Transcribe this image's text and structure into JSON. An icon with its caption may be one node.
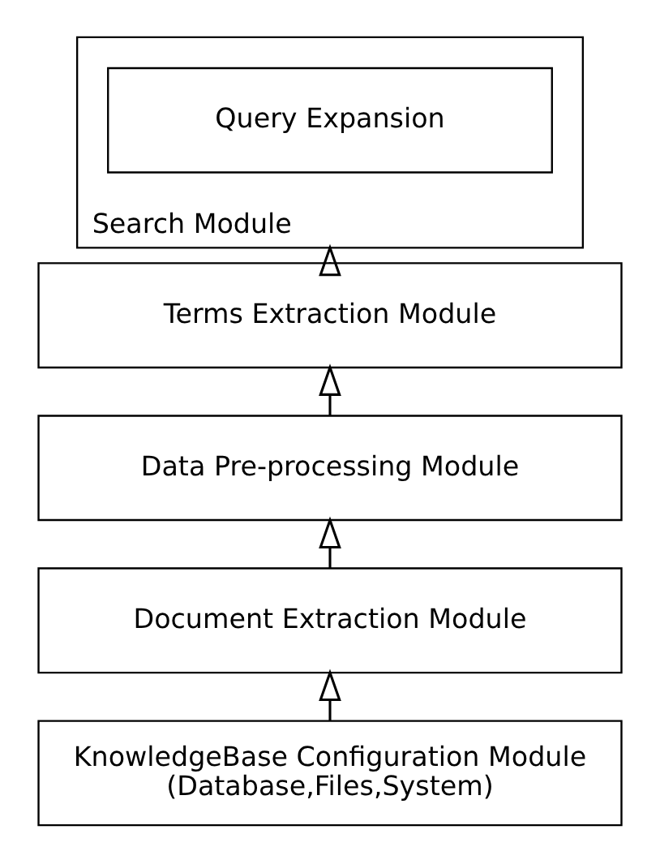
{
  "diagram": {
    "nodes": [
      {
        "text": [
          "Search Module"
        ]
      },
      {
        "text": [
          "Query Expansion"
        ],
        "in": 0
      },
      {
        "text": [
          "Terms Extraction Module"
        ]
      },
      {
        "text": [
          "Data Pre-processing Module"
        ]
      },
      {
        "text": [
          "Document Extraction Module"
        ]
      },
      {
        "text": [
          "KnowledgeBase Configuration Module",
          "(Database,Files,System)"
        ]
      }
    ],
    "edges": [
      {
        "from": 5,
        "to": 4,
        "arrow": "to"
      },
      {
        "from": 4,
        "to": 3,
        "arrow": "to"
      },
      {
        "from": 3,
        "to": 2,
        "arrow": "to"
      },
      {
        "from": 2,
        "to": 0,
        "arrow": "to"
      }
    ]
  }
}
